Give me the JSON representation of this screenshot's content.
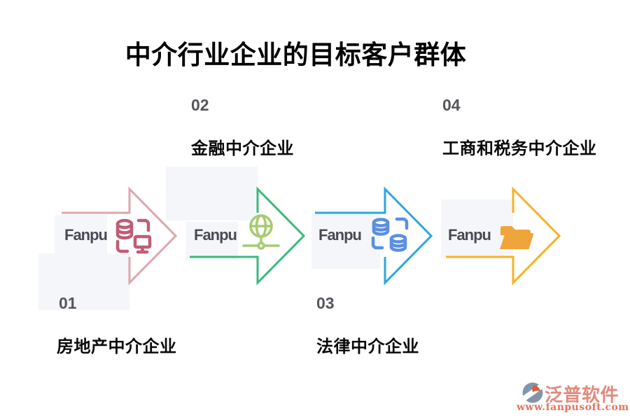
{
  "title": "中介行业企业的目标客户群体",
  "brand_label": "Fanpu",
  "steps": [
    {
      "number": "01",
      "label": "房地产中介企业",
      "arrow_color": "#dba7ad",
      "icon": "database-monitor-icon",
      "icon_color": "#c05c74"
    },
    {
      "number": "02",
      "label": "金融中介企业",
      "arrow_color": "#3cb87c",
      "icon": "globe-network-icon",
      "icon_color": "#a6cb70"
    },
    {
      "number": "03",
      "label": "法律中介企业",
      "arrow_color": "#2aa7e0",
      "icon": "database-sync-icon",
      "icon_color": "#5b8fe0"
    },
    {
      "number": "04",
      "label": "工商和税务中介企业",
      "arrow_color": "#f9b224",
      "icon": "folder-icon",
      "icon_color": "#f0a53c"
    }
  ],
  "decor_color": "#f5f6f9",
  "text_colors": {
    "title": "#000000",
    "step_number": "#55565c",
    "step_label": "#0a0a0a",
    "brand_watermark": "#4b4a54"
  },
  "footer": {
    "brand_name": "泛普软件",
    "website": "www.fanpusoft.com",
    "brand_color": "#e08a7e",
    "url_color": "#e5745b",
    "logo_gray": "#8495aa",
    "logo_orange": "#de5a3a"
  }
}
